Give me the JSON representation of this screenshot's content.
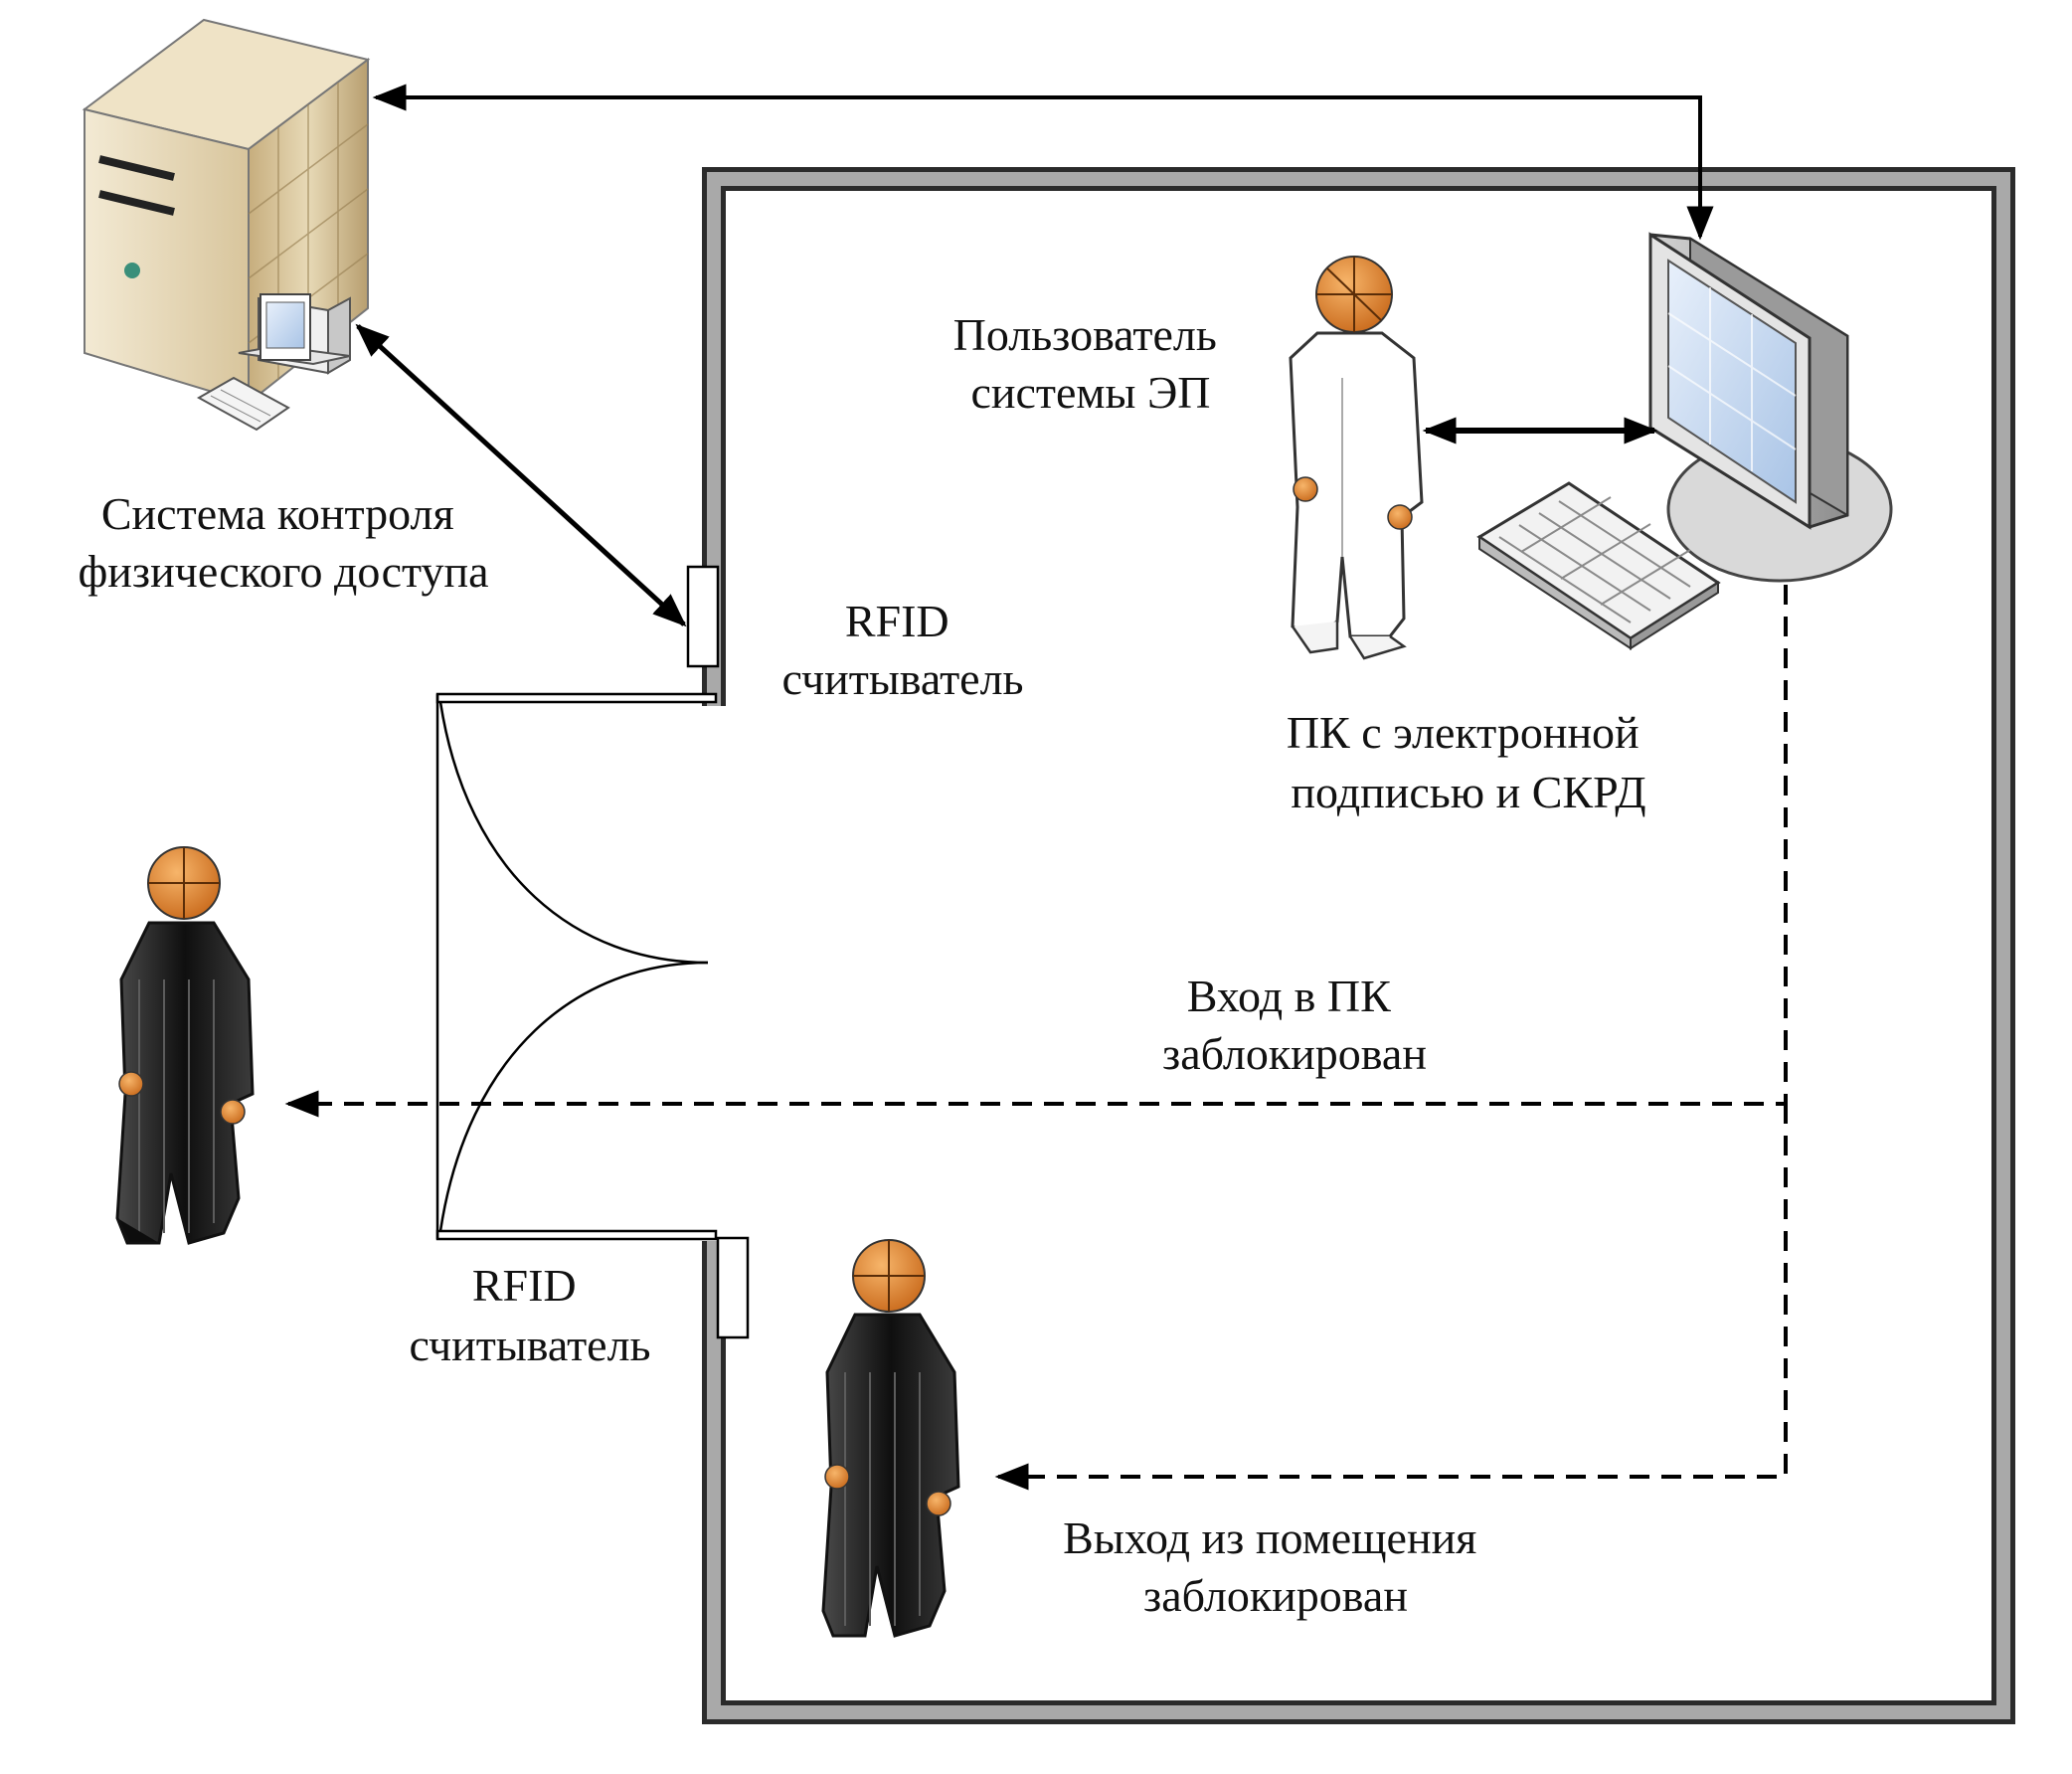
{
  "labels": {
    "access_system": [
      "Система контроля",
      "физического доступа"
    ],
    "user": [
      "Пользователь",
      "системы ЭП"
    ],
    "rfid_top": [
      "RFID",
      "считыватель"
    ],
    "pc": [
      "ПК с электронной",
      "подписью и СКРД"
    ],
    "pc_blocked": [
      "Вход в ПК",
      "заблокирован"
    ],
    "rfid_bottom": [
      "RFID",
      "считыватель"
    ],
    "exit_blocked": [
      "Выход из помещения",
      "заблокирован"
    ]
  },
  "colors": {
    "line": "#000000",
    "wall_outer": "#2b2b2b",
    "wall_fill": "#a9a9a9",
    "server_face": "#e8dcc0",
    "server_side": "#c9b48a",
    "head": "#e08a3a",
    "suit_white": "#ffffff",
    "suit_black": "#1a1a1a",
    "screen": "#cfe0f5"
  },
  "icons": [
    "server-icon",
    "workstation-icon",
    "user-white-icon",
    "monitor-icon",
    "keyboard-icon",
    "person-black-icon"
  ]
}
